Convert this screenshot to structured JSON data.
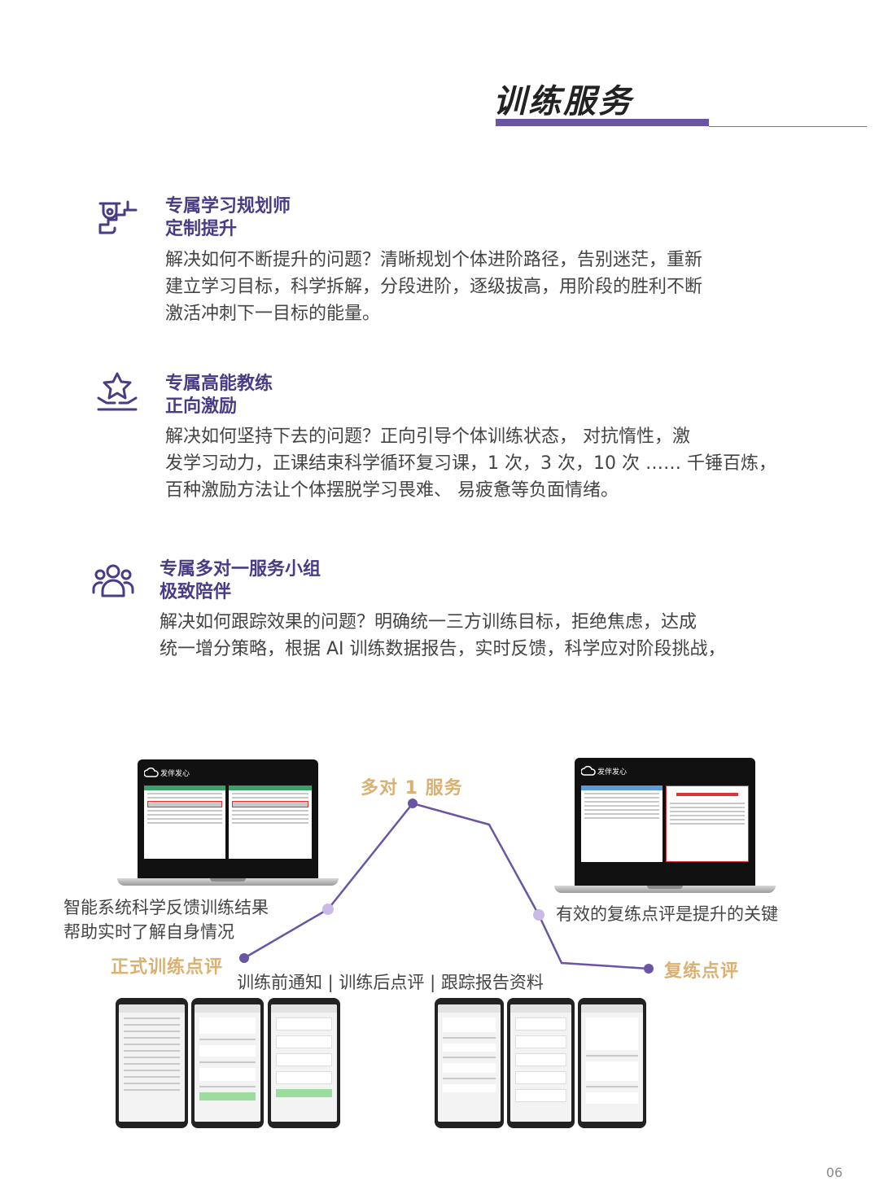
{
  "page": {
    "title": "训练服务",
    "page_number": "06"
  },
  "sections": [
    {
      "icon": "staircase-person-icon",
      "heading1": "专属学习规划师",
      "heading2": "定制提升",
      "body": [
        "解决如何不断提升的问题？清晰规划个体进阶路径，告别迷茫，重新",
        "建立学习目标，科学拆解，分段进阶，逐级拔高，用阶段的胜利不断",
        "激活冲刺下一目标的能量。"
      ]
    },
    {
      "icon": "star-hands-icon",
      "heading1": "专属高能教练",
      "heading2": "正向激励",
      "body": [
        "解决如何坚持下去的问题？正向引导个体训练状态，  对抗惰性，激",
        "发学习动力，正课结束科学循环复习课，1 次，3 次，10 次 …… 千锤百炼，",
        "百种激励方法让个体摆脱学习畏难、 易疲惫等负面情绪。"
      ]
    },
    {
      "icon": "group-people-icon",
      "heading1": "专属多对一服务小组",
      "heading2": "极致陪伴",
      "body": [
        "解决如何跟踪效果的问题？明确统一三方训练目标，拒绝焦虑，达成",
        "统一增分策略，根据 AI 训练数据报告，实时反馈，科学应对阶段挑战，"
      ]
    }
  ],
  "diagram": {
    "peak_label": "多对 1 服务",
    "left_desc": [
      "智能系统科学反馈训练结果",
      "帮助实时了解自身情况"
    ],
    "left_label": "正式训练点评",
    "right_desc": "有效的复练点评是提升的关键",
    "right_label": "复练点评",
    "bottom_caption": "训练前通知 | 训练后点评 | 跟踪报告资料",
    "laptop_logo": "发伴发心",
    "colors": {
      "line": "#6a55a4",
      "dot_dark": "#6a55a4",
      "dot_light": "#c9bbe6",
      "gold": "#d9b173"
    }
  }
}
